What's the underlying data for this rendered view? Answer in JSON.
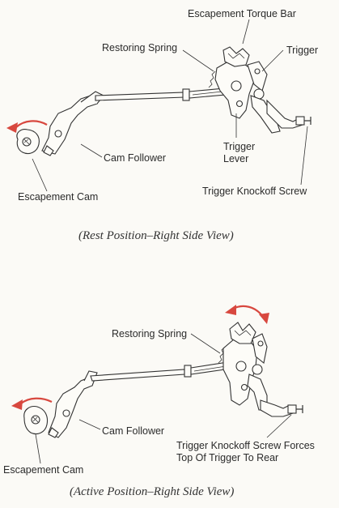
{
  "figure_top": {
    "labels": {
      "escapement_torque_bar": "Escapement Torque Bar",
      "restoring_spring": "Restoring Spring",
      "trigger": "Trigger",
      "cam_follower": "Cam Follower",
      "trigger_lever_line1": "Trigger",
      "trigger_lever_line2": "Lever",
      "escapement_cam": "Escapement Cam",
      "trigger_knockoff_screw": "Trigger Knockoff Screw"
    },
    "caption": "(Rest Position–Right Side View)"
  },
  "figure_bottom": {
    "labels": {
      "restoring_spring": "Restoring Spring",
      "cam_follower": "Cam Follower",
      "knockoff_line1": "Trigger Knockoff Screw Forces",
      "knockoff_line2": "Top Of Trigger To Rear",
      "escapement_cam": "Escapement Cam"
    },
    "caption": "(Active Position–Right Side View)"
  },
  "colors": {
    "arrow": "#d8483f",
    "ink": "#333333"
  }
}
